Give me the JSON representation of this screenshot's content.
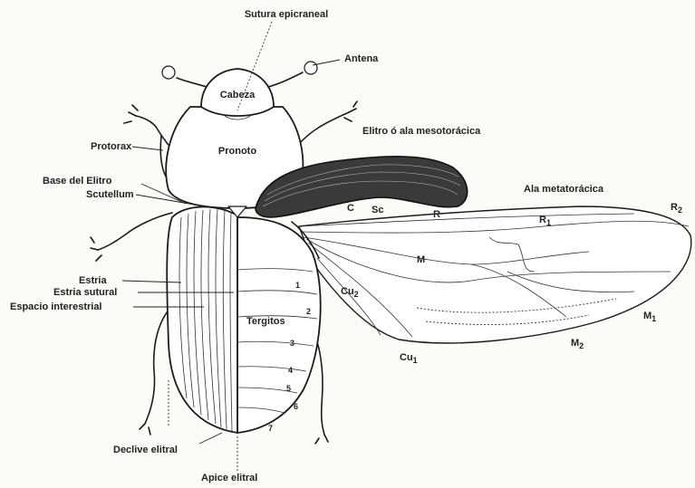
{
  "labels": {
    "sutura_epicraneal": "Sutura epicraneal",
    "antena": "Antena",
    "cabeza": "Cabeza",
    "pronoto": "Pronoto",
    "protorax": "Protorax",
    "elitro_mesotoracica": "Elitro ó ala mesotorácica",
    "base_elitro": "Base del Elitro",
    "scutellum": "Scutellum",
    "ala_metatoracica": "Ala metatorácica",
    "c": "C",
    "sc": "Sc",
    "r": "R",
    "r1": "R",
    "r1_sub": "1",
    "r2": "R",
    "r2_sub": "2",
    "m": "M",
    "m1": "M",
    "m1_sub": "1",
    "m2": "M",
    "m2_sub": "2",
    "cu2": "Cu",
    "cu2_sub": "2",
    "cu1": "Cu",
    "cu1_sub": "1",
    "estria": "Estria",
    "estria_sutural": "Estria sutural",
    "espacio_interestrial": "Espacio interestrial",
    "tergitos": "Tergitos",
    "tergito_1": "1",
    "tergito_2": "2",
    "tergito_3": "3",
    "tergito_4": "4",
    "tergito_5": "5",
    "tergito_6": "6",
    "tergito_7": "7",
    "declive_elitral": "Declive elitral",
    "apice_elitral": "Apice elitral"
  }
}
